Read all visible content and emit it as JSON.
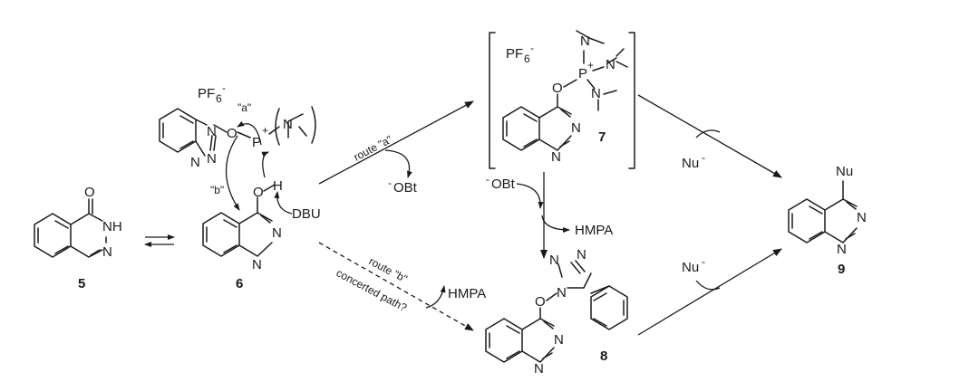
{
  "labels": {
    "pf6_1": "PF",
    "pf6_2": "PF",
    "a_quote": "\"a\"",
    "b_quote": "\"b\"",
    "dbu": "DBU",
    "obt_1": "OBt",
    "obt_2": "OBt",
    "hmpa_1": "HMPA",
    "hmpa_2": "HMPA",
    "nu_1": "Nu",
    "nu_2": "Nu",
    "nu_sub": "Nu",
    "route_a": "route \"a\"",
    "route_b": "route \"b\"",
    "concerted": "concerted path?"
  },
  "atoms": {
    "O": "O",
    "N": "N",
    "H": "H",
    "NH": "NH",
    "P": "P",
    "plus": "+",
    "minus": "-",
    "six": "6"
  },
  "compounds": {
    "c5": "5",
    "c6": "6",
    "c7": "7",
    "c8": "8",
    "c9": "9"
  }
}
